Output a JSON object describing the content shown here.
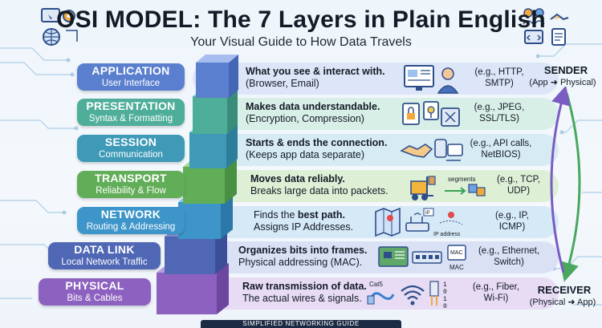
{
  "header": {
    "title": "OSI MODEL: The 7 Layers in Plain English",
    "subtitle": "Your Visual Guide to How Data Travels"
  },
  "colors": {
    "application": "#5b7fcf",
    "presentation": "#4fae9a",
    "session": "#3e9ab7",
    "transport": "#62ae58",
    "network": "#3d95c9",
    "data_link": "#4f67b5",
    "physical": "#8d61bf"
  },
  "layers": [
    {
      "name": "APPLICATION",
      "sub": "User Interface",
      "desc1": "What you see & interact with.",
      "desc2": "(Browser, Email)",
      "eg1": "(e.g., HTTP,",
      "eg2": "SMTP)"
    },
    {
      "name": "PRESENTATION",
      "sub": "Syntax & Formatting",
      "desc1": "Makes data understandable.",
      "desc2": "(Encryption, Compression)",
      "eg1": "(e.g., JPEG,",
      "eg2": "SSL/TLS)"
    },
    {
      "name": "SESSION",
      "sub": "Communication",
      "desc1": "Starts & ends the connection.",
      "desc2": "(Keeps app data separate)",
      "eg1": "(e.g., API calls,",
      "eg2": "NetBIOS)"
    },
    {
      "name": "TRANSPORT",
      "sub": "Reliability & Flow",
      "desc1": "Moves data reliably.",
      "desc2": "Breaks large data into packets.",
      "eg1": "(e.g., TCP,",
      "eg2": "UDP)",
      "icon_label": "segments"
    },
    {
      "name": "NETWORK",
      "sub": "Routing & Addressing",
      "desc1_pre": "Finds the ",
      "desc1_bold": "best path.",
      "desc2": "Assigns IP Addresses.",
      "eg1": "(e.g., IP,",
      "eg2": "ICMP)",
      "icon_label": "IP address",
      "icon_chip": "IP"
    },
    {
      "name": "DATA LINK",
      "sub": "Local Network Traffic",
      "desc1": "Organizes bits into frames.",
      "desc2": "Physical addressing (MAC).",
      "eg1": "(e.g., Ethernet,",
      "eg2": "Switch)",
      "icon_label": "MAC",
      "icon_chip": "MAC"
    },
    {
      "name": "PHYSICAL",
      "sub": "Bits & Cables",
      "desc1": "Raw transmission of data.",
      "desc2": "The actual wires & signals.",
      "eg1": "(e.g., Fiber,",
      "eg2": "Wi-Fi)",
      "icon_label": "Cat5",
      "bits": [
        "1",
        "0",
        "1",
        "0"
      ]
    }
  ],
  "sender": {
    "title": "SENDER",
    "sub": "(App ➜ Physical)"
  },
  "receiver": {
    "title": "RECEIVER",
    "sub": "(Physical ➜ App)"
  },
  "footer": "SIMPLIFIED NETWORKING GUIDE"
}
